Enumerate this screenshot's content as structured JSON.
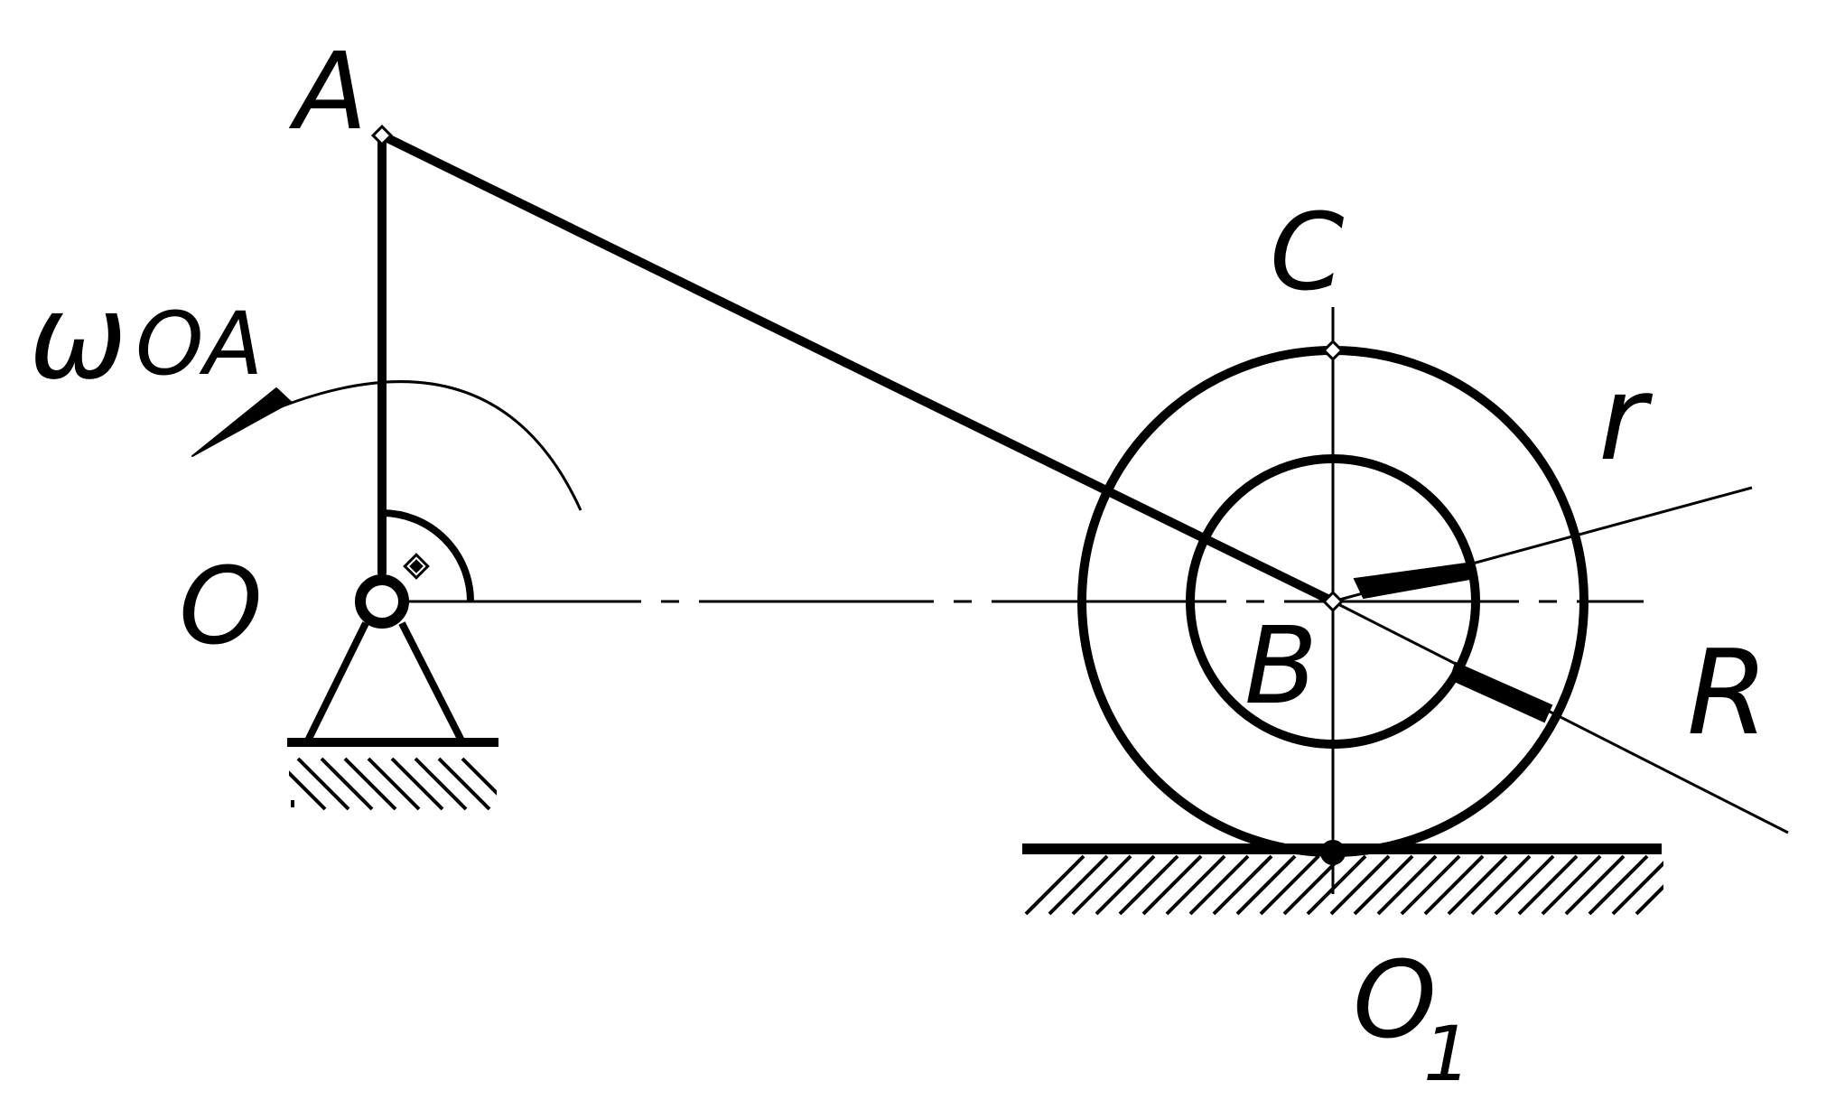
{
  "labels": {
    "point_a": "A",
    "point_o": "O",
    "point_c": "C",
    "point_b": "B",
    "point_o1_main": "O",
    "point_o1_sub": "1",
    "omega_symbol": "ω",
    "omega_subscript": "OA",
    "radius_r_small": "r",
    "radius_r_large": "R"
  },
  "colors": {
    "ink": "#000000",
    "background": "#ffffff"
  }
}
